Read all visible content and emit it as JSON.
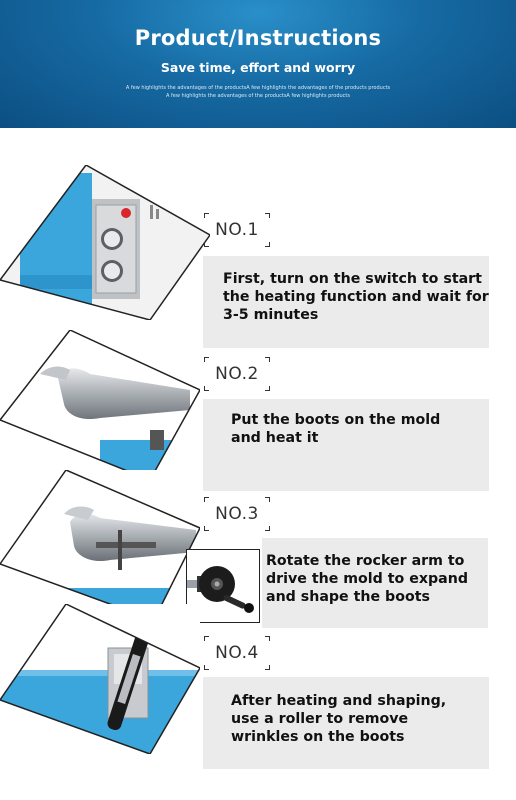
{
  "header": {
    "title": "Product/Instructions",
    "subtitle": "Save time, effort and worry",
    "small_line_1": "A few highlights the advantages of the productsA few highlights the advantages of the products products",
    "small_line_2": "A few highlights the advantages of the productsA few highlights  products"
  },
  "steps": [
    {
      "number": "NO.1",
      "text": "First, turn on the switch to start the heating function and wait for 3-5 minutes"
    },
    {
      "number": "NO.2",
      "text": "Put the boots on the mold and heat it"
    },
    {
      "number": "NO.3",
      "text": "Rotate the rocker arm to drive the mold to expand and shape the boots"
    },
    {
      "number": "NO.4",
      "text": "After heating and shaping, use a roller to remove wrinkles on the boots"
    }
  ],
  "colors": {
    "banner": "#166aa3",
    "machine_blue": "#3aa6dc",
    "text_box": "#ebebeb"
  }
}
